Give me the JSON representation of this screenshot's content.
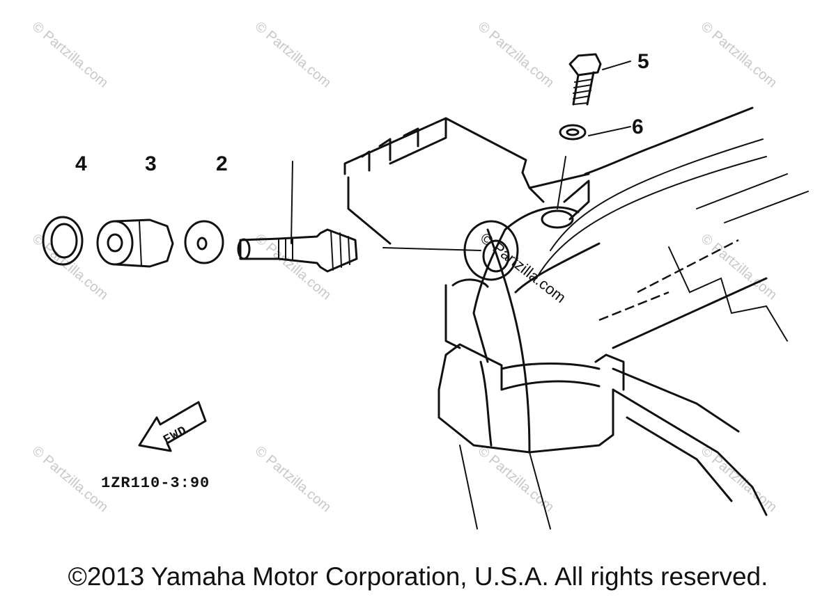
{
  "callouts": [
    "4",
    "3",
    "2",
    "5",
    "6"
  ],
  "diagram_code": "1ZR110-3:90",
  "front_arrow_label": "FWD",
  "watermark": "© Partzilla.com",
  "copyright": "©2013 Yamaha Motor Corporation, U.S.A. All rights reserved."
}
